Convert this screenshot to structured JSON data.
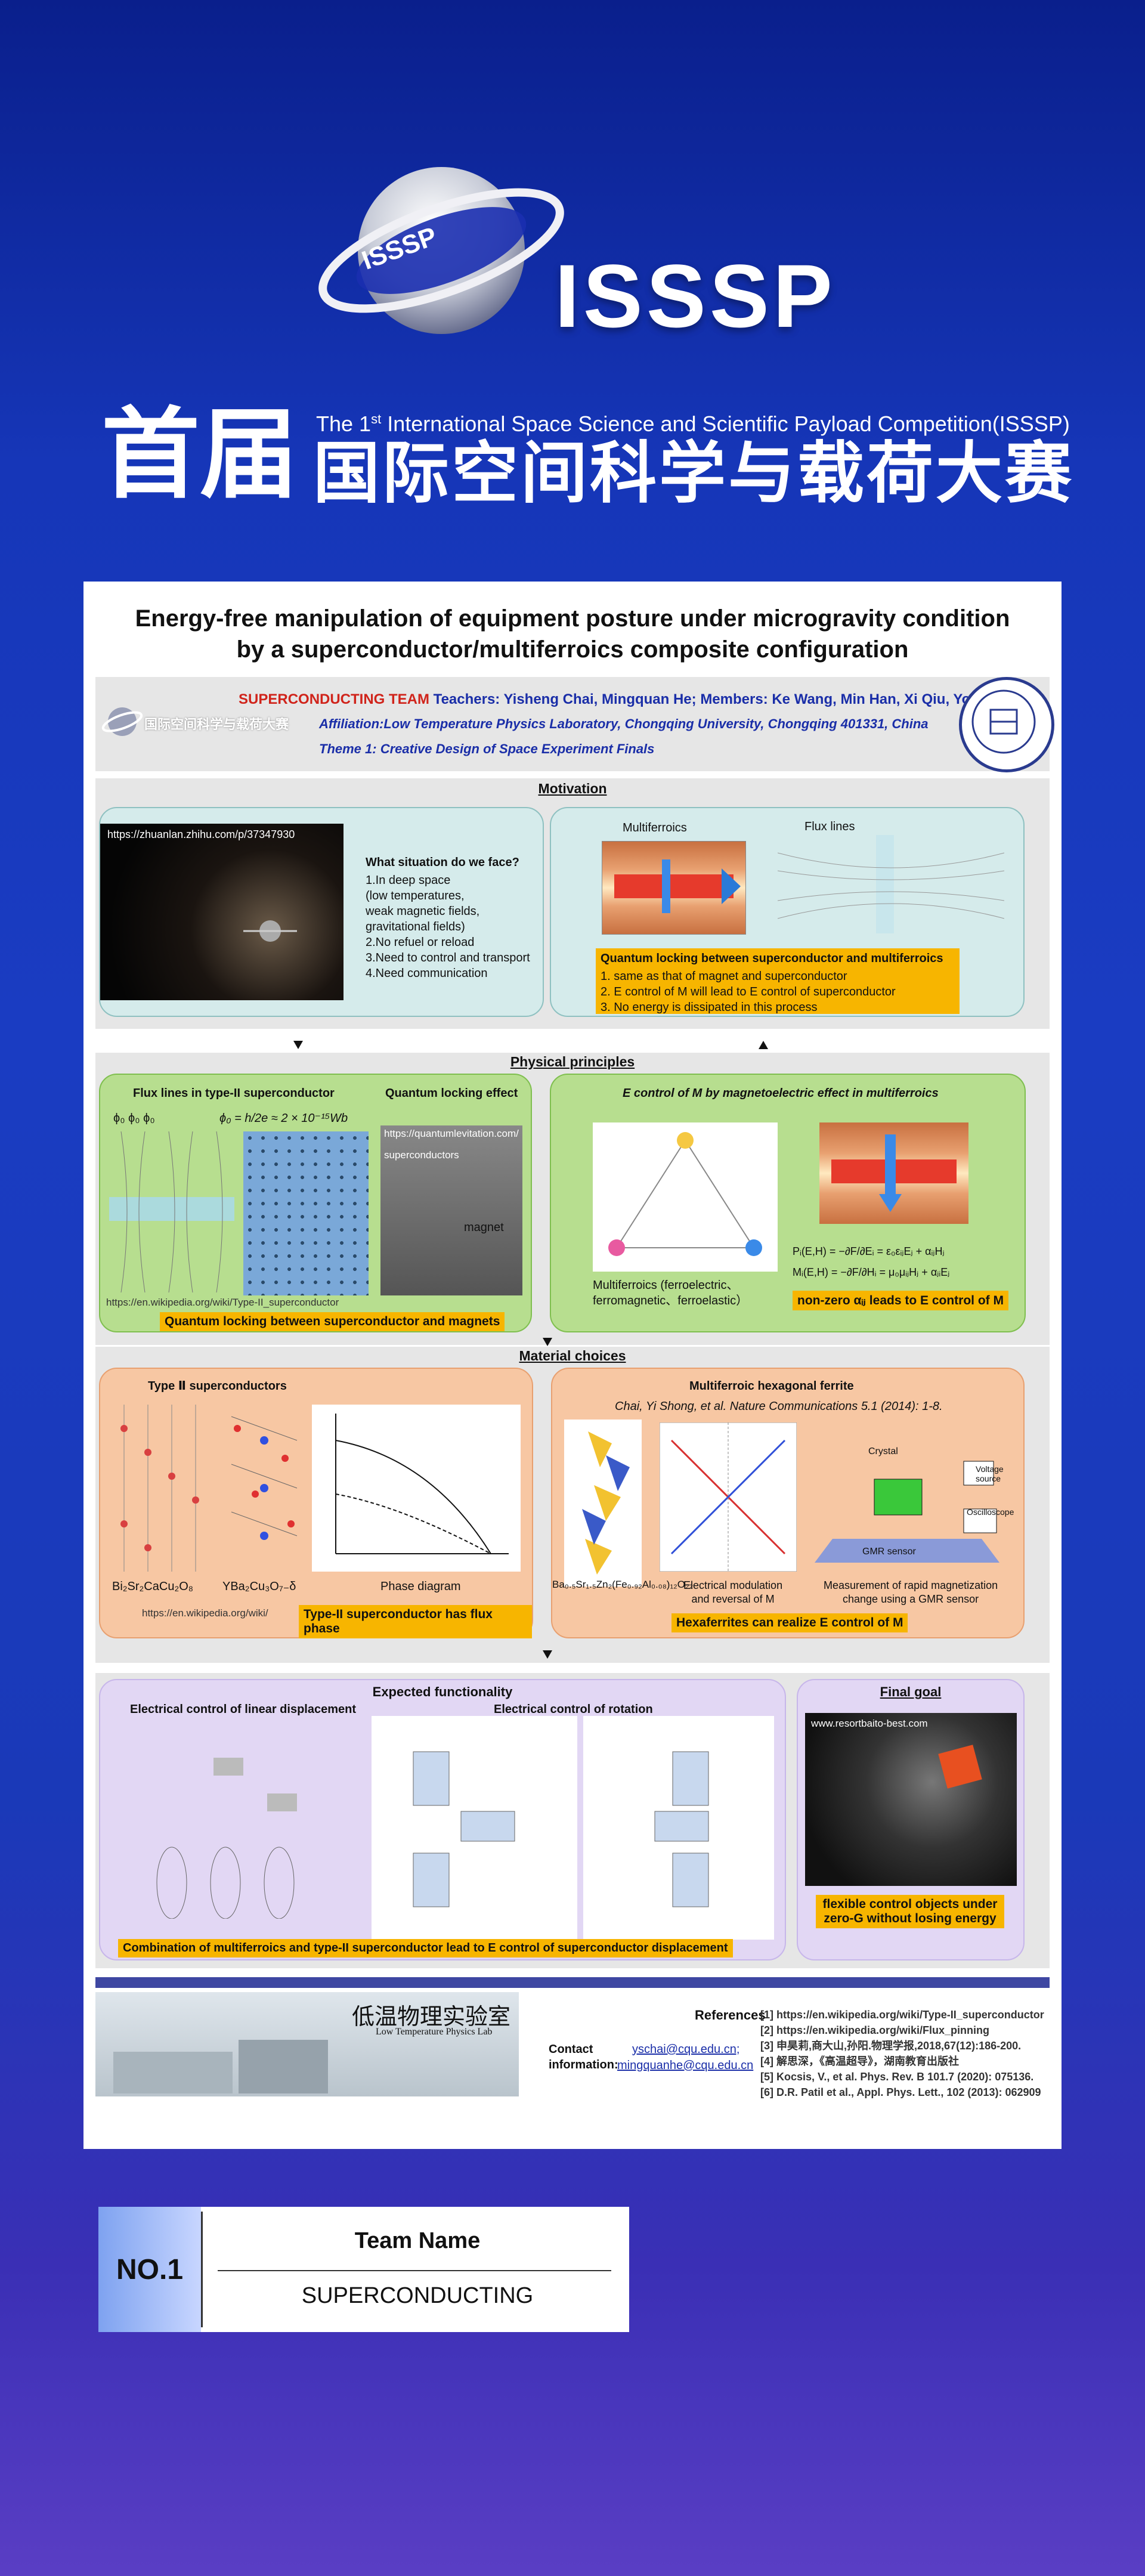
{
  "header": {
    "logo_text": "ISSSP",
    "logo_ring_text": "ISSSP",
    "cn_first": "首届",
    "en_title_pre": "The 1",
    "en_title_sup": "st",
    "en_title_post": " International Space Science and Scientific Payload Competition(ISSSP)",
    "cn_name": "国际空间科学与载荷大赛"
  },
  "poster": {
    "title_line1": "Energy-free manipulation of equipment posture under microgravity condition",
    "title_line2": "by a superconductor/multiferroics composite configuration",
    "team_label": "SUPERCONDUCTING TEAM",
    "team_rest": " Teachers: Yisheng Chai, Mingquan He;  Members: Ke Wang, Min Han, Xi Qiu, Yonghong Li",
    "affiliation": "Affiliation:Low Temperature Physics Laboratory, Chongqing University, Chongqing 401331, China",
    "theme": "Theme 1: Creative Design of Space Experiment Finals",
    "mini_logo_text": "国际空间科学与载荷大赛",
    "motivation": {
      "heading": "Motivation",
      "url": "https://zhuanlan.zhihu.com/p/37347930",
      "q_title": "What situation do we face?",
      "q_lines": [
        "1.In deep space",
        "(low temperatures,",
        "weak magnetic fields,",
        "gravitational fields)",
        "2.No refuel or reload",
        "3.Need to control and transport",
        "4.Need communication"
      ],
      "multiferroics_label": "Multiferroics",
      "flux_lines_label": "Flux lines",
      "ql_title": "Quantum locking between superconductor and multiferroics",
      "ql_items": [
        "1.    same as that of magnet and superconductor",
        "2.    E control of M will lead to E control of superconductor",
        "3.    No energy is dissipated in this process"
      ]
    },
    "principles": {
      "heading": "Physical principles",
      "flux_title": "Flux lines in type-II superconductor",
      "ql_effect": "Quantum locking effect",
      "phi_labels": "ϕ₀      ϕ₀      ϕ₀",
      "phi_formula": "ϕ₀ = h/2e ≈ 2 × 10⁻¹⁵Wb",
      "ql_url": "https://quantumlevitation.com/",
      "superconductors": "superconductors",
      "magnet": "magnet",
      "wiki_url": "https://en.wikipedia.org/wiki/Type-II_superconductor",
      "green_label": "Quantum locking between superconductor and magnets",
      "em_title": "E control of M by magnetoelectric effect in multiferroics",
      "multiferroics_caption1": "Multiferroics (ferroelectric、",
      "multiferroics_caption2": "ferromagnetic、ferroelastic）",
      "eq1": "Pᵢ(E,H) = −∂F/∂Eᵢ = ε₀εᵢⱼEⱼ + αᵢⱼHⱼ",
      "eq2": "Mᵢ(E,H) = −∂F/∂Hᵢ = μ₀μᵢⱼHⱼ + αⱼᵢEⱼ",
      "nonzero_label": "non-zero αᵢⱼ leads to E control of M"
    },
    "materials": {
      "heading": "Material choices",
      "type2_title": "Type Ⅱ superconductors",
      "ferrite_title": "Multiferroic hexagonal ferrite",
      "citation": "Chai, Yi Shong, et al. Nature Communications 5.1 (2014): 1-8.",
      "bi_label": "Bi₂Sr₂CaCu₂O₈",
      "y_label": "YBa₂Cu₃O₇₋δ",
      "phase_diagram": "Phase diagram",
      "wiki_short": "https://en.wikipedia.org/wiki/",
      "peach_label": "Type-II superconductor has flux phase",
      "ba_label": "Ba₀.₅Sr₁.₅Zn₂(Fe₀.₉₂Al₀.₀₈)₁₂O₂₂",
      "elec_caption1": "Electrical modulation",
      "elec_caption2": "and reversal of M",
      "meas_caption1": "Measurement of rapid magnetization",
      "meas_caption2": "change using a GMR sensor",
      "hexa_label": "Hexaferrites can realize E control of M",
      "crystal": "Crystal",
      "voltage_source": "Voltage source",
      "oscilloscope": "Oscilloscope",
      "gmr_sensor": "GMR sensor"
    },
    "functionality": {
      "heading": "Expected functionality",
      "linear": "Electrical control of linear displacement",
      "rotation": "Electrical control of rotation",
      "combo_label": "Combination of multiferroics and type-II superconductor lead to E control of superconductor displacement",
      "final_heading": "Final goal",
      "final_url": "www.resortbaito-best.com",
      "final_label1": "flexible control objects under",
      "final_label2": "zero-G without losing energy"
    },
    "footer": {
      "lab_cn": "低温物理实验室",
      "lab_en": "Low Temperature Physics Lab",
      "contact_label1": "Contact",
      "contact_label2": "information:",
      "email1": "yschai@cqu.edu.cn;",
      "email2": "mingquanhe@cqu.edu.cn",
      "references_label": "References",
      "refs": [
        "[1] https://en.wikipedia.org/wiki/Type-II_superconductor",
        "[2] https://en.wikipedia.org/wiki/Flux_pinning",
        "[3] 申昊莉,商大山,孙阳.物理学报,2018,67(12):186-200.",
        "[4] 解思深，《高温超导》，湖南教育出版社",
        "[5] Kocsis, V., et al. Phys. Rev. B 101.7 (2020): 075136.",
        "[6] D.R. Patil et al., Appl. Phys. Lett., 102 (2013): 062909"
      ]
    }
  },
  "card": {
    "number": "NO.1",
    "label": "Team Name",
    "value": "SUPERCONDUCTING"
  }
}
